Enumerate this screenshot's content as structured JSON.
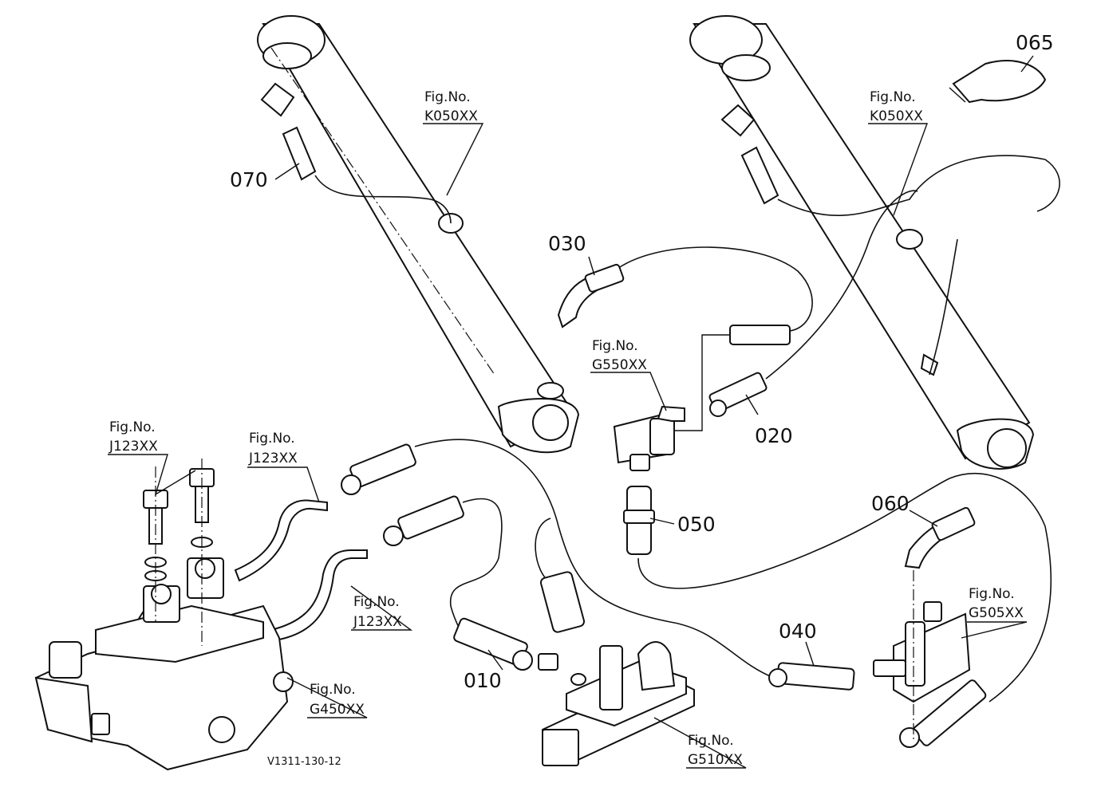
{
  "drawing_code": "V1311-130-12",
  "part_numbers": {
    "p010": "010",
    "p020": "020",
    "p030": "030",
    "p040": "040",
    "p050": "050",
    "p060": "060",
    "p065": "065",
    "p070": "070"
  },
  "fig_refs": [
    {
      "label": "Fig.No.",
      "code": "K050XX"
    },
    {
      "label": "Fig.No.",
      "code": "K050XX"
    },
    {
      "label": "Fig.No.",
      "code": "G550XX"
    },
    {
      "label": "Fig.No.",
      "code": "J123XX"
    },
    {
      "label": "Fig.No.",
      "code": "J123XX"
    },
    {
      "label": "Fig.No.",
      "code": "J123XX"
    },
    {
      "label": "Fig.No.",
      "code": "G450XX"
    },
    {
      "label": "Fig.No.",
      "code": "G510XX"
    },
    {
      "label": "Fig.No.",
      "code": "G505XX"
    }
  ]
}
